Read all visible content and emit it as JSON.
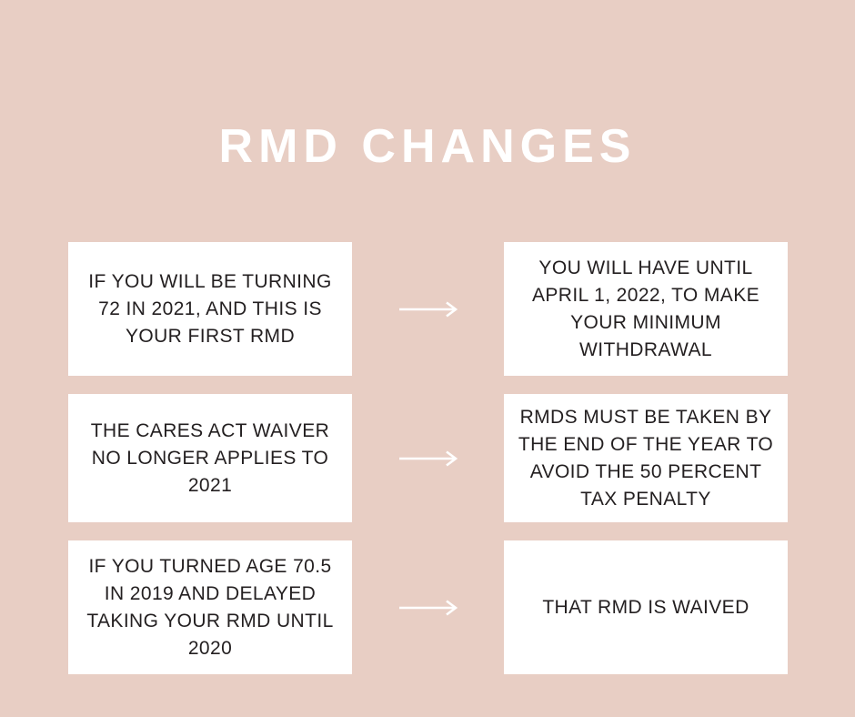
{
  "page": {
    "title": "RMD CHANGES",
    "background_color": "#E8CEC4",
    "card_background_color": "#FFFFFF",
    "title_color": "#FFFFFF",
    "body_text_color": "#231F20",
    "arrow_color": "#FFFFFF"
  },
  "flow": {
    "rows": [
      {
        "condition": "IF YOU WILL BE TURNING 72 IN 2021, AND THIS IS YOUR FIRST RMD",
        "arrow": "arrow-right-icon",
        "result": "YOU WILL HAVE UNTIL APRIL 1, 2022, TO MAKE YOUR MINIMUM WITHDRAWAL"
      },
      {
        "condition": "THE CARES ACT WAIVER NO LONGER APPLIES TO 2021",
        "arrow": "arrow-right-icon",
        "result": "RMDS MUST BE TAKEN BY THE END OF THE YEAR TO AVOID THE 50 PERCENT TAX PENALTY"
      },
      {
        "condition": "IF YOU TURNED AGE 70.5 IN 2019 AND DELAYED TAKING YOUR RMD UNTIL 2020",
        "arrow": "arrow-right-icon",
        "result": "THAT RMD IS WAIVED"
      }
    ]
  }
}
